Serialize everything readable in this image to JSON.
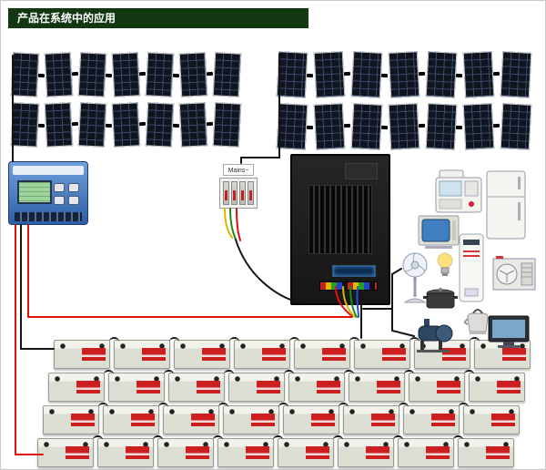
{
  "header": {
    "title": "产品在系统中的应用"
  },
  "labels": {
    "breaker": "Mains~"
  },
  "solar": {
    "arrays": 2,
    "rows_per_array": 2,
    "panels_per_row": 7,
    "total_panels": 28
  },
  "battery_bank": {
    "rows": 4,
    "batteries_per_row": 8,
    "total_batteries": 32
  },
  "appliances": [
    "twin-tub-washing-machine",
    "refrigerator",
    "crt-tv",
    "floor-air-conditioner",
    "outdoor-ac-unit",
    "pedestal-fan",
    "light-bulb",
    "cooker-pot",
    "kettle",
    "water-pump",
    "computer-monitor"
  ],
  "colors": {
    "header_bg": "#123812",
    "header_text": "#ffffff",
    "wire_red": "#e01010",
    "wire_black": "#141414",
    "wire_yellow": "#e0b400",
    "wire_green": "#1a8a1a",
    "wire_blue": "#2255cc",
    "panel_body": "#10141f",
    "panel_line": "#3a4a6a",
    "panel_frame": "#c9ccd1",
    "battery_body": "#dcded4",
    "battery_label": "#cc1f1f",
    "toggle_red": "#c42020",
    "lcd_green": "#9cd49a",
    "inverter_body": "#161616"
  }
}
